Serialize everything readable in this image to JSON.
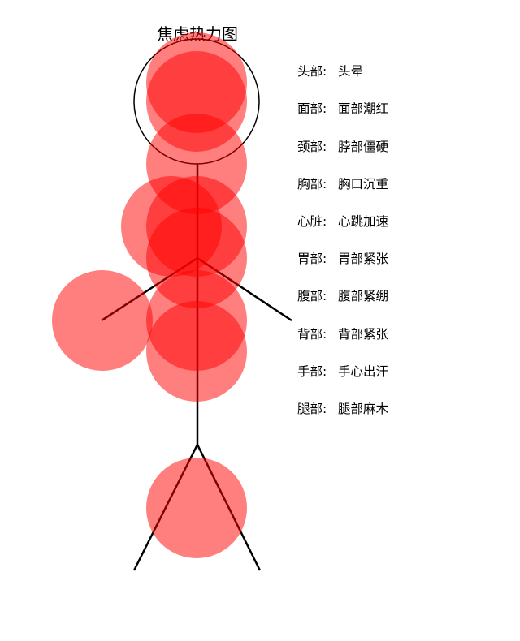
{
  "title": "焦虑热力图",
  "colors": {
    "heat": "#ff0000",
    "line": "#000000",
    "background": "#ffffff"
  },
  "body_parts": [
    {
      "part": "头部",
      "symptom": "头晕"
    },
    {
      "part": "面部",
      "symptom": "面部潮红"
    },
    {
      "part": "颈部",
      "symptom": "脖部僵硬"
    },
    {
      "part": "胸部",
      "symptom": "胸口沉重"
    },
    {
      "part": "心脏",
      "symptom": "心跳加速"
    },
    {
      "part": "胃部",
      "symptom": "胃部紧张"
    },
    {
      "part": "腹部",
      "symptom": "腹部紧绷"
    },
    {
      "part": "背部",
      "symptom": "背部紧张"
    },
    {
      "part": "手部",
      "symptom": "手心出汗"
    },
    {
      "part": "腿部",
      "symptom": "腿部麻木"
    }
  ]
}
